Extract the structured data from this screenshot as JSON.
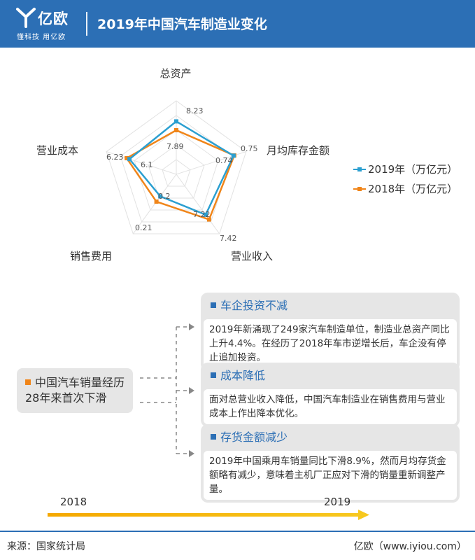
{
  "header": {
    "logo_text": "亿欧",
    "logo_sub": "懂科技 用亿欧",
    "title": "2019年中国汽车制造业变化"
  },
  "chart_data": {
    "type": "radar",
    "axes": [
      "总资产",
      "月均库存金额",
      "营业收入",
      "销售费用",
      "营业成本"
    ],
    "series": [
      {
        "name": "2019年（万亿元）",
        "color": "#2b9fd0",
        "values": [
          8.23,
          0.74,
          7.22,
          0.2,
          6.1
        ]
      },
      {
        "name": "2018年（万亿元）",
        "color": "#f08519",
        "values": [
          7.89,
          0.75,
          7.42,
          0.21,
          6.23
        ]
      }
    ],
    "normalized": [
      [
        0.72,
        0.82,
        0.68,
        0.37,
        0.67
      ],
      [
        0.6,
        0.83,
        0.76,
        0.46,
        0.71
      ]
    ],
    "legend_position": "right",
    "grid": true
  },
  "notes": {
    "cause": "中国汽车销量经历28年来首次下滑",
    "cards": [
      {
        "title": "车企投资不减",
        "body": "2019年新涌现了249家汽车制造单位，制造业总资产同比上升4.4%。在经历了2018年车市逆增长后，车企没有停止追加投资。"
      },
      {
        "title": "成本降低",
        "body": "面对总营业收入降低，中国汽车制造业在销售费用与营业成本上作出降本优化。"
      },
      {
        "title": "存货金额减少",
        "body": "2019年中国乘用车销量同比下滑8.9%，然而月均存货金额略有减少，意味着主机厂正应对下滑的销量重新调整产量。"
      }
    ]
  },
  "timeline": {
    "start": "2018",
    "end": "2019"
  },
  "footer": {
    "source": "来源：国家统计局",
    "credit": "亿欧（www.iyiou.com）"
  },
  "colors": {
    "brand": "#2c6fb5",
    "orange": "#f08519",
    "cyan": "#2b9fd0",
    "card_bg": "#e6e6e6"
  }
}
